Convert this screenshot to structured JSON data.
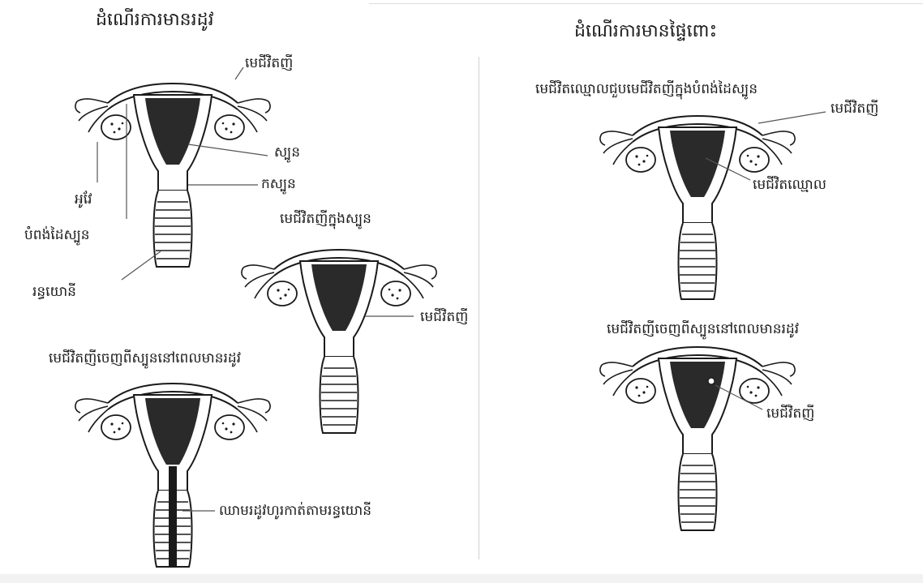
{
  "left": {
    "title": "ដំណើរការមានរដូវ",
    "labels": {
      "egg_top": "មេជីវិតញី",
      "uterus": "ស្បូន",
      "cervix": "កស្បូន",
      "ovary": "អូវែ",
      "tube": "បំពង់ដៃស្បូន",
      "vagina": "រន្ធយោនី",
      "egg_in_uterus_caption": "មេជីវិតញីក្នុងស្បូន",
      "egg_mid": "មេជីវិតញី",
      "egg_leaves_caption": "មេជីវិតញីចេញពីស្បូននៅពេលមានរដូវ",
      "menstrual_blood": "ឈាមរដូវហូរកាត់តាមរន្ធយោនី"
    }
  },
  "right": {
    "title": "ដំណើរការមានផ្ទៃពោះ",
    "labels": {
      "fertilization_caption": "មេជីវិតឈ្មោលជួបមេជីវិតញីក្នុងបំពង់ដៃស្បូន",
      "egg_top": "មេជីវិតញី",
      "sperm": "មេជីវិតឈ្មោល",
      "egg_leaves_caption": "មេជីវិតញីចេញពីស្បូននៅពេលមានរដូវ",
      "egg_bottom": "មេជីវិតញី"
    }
  },
  "colors": {
    "ink": "#1a1a1a",
    "lining": "#2a2a2a",
    "line": "#555555"
  }
}
